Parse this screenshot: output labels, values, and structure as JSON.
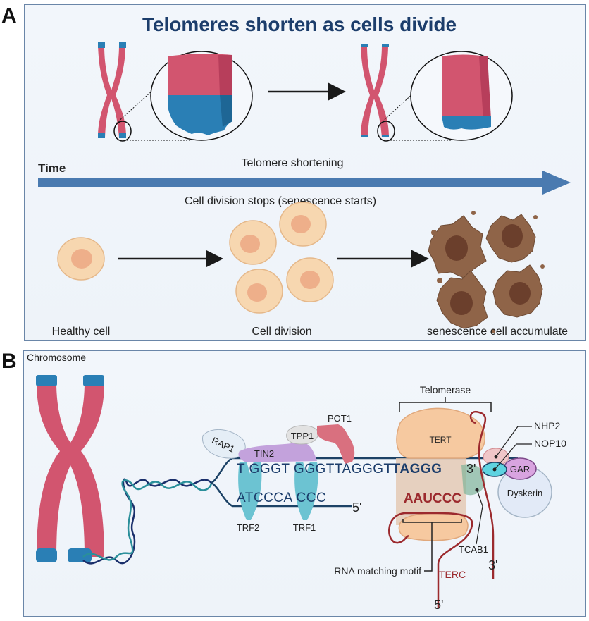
{
  "panel_a": {
    "letter": "A",
    "title": "Telomeres shorten as cells divide",
    "time_label": "Time",
    "arrow_top_label": "Telomere shortening",
    "arrow_bottom_label": "Cell division stops (senescence starts)",
    "stages": [
      {
        "label": "Healthy cell"
      },
      {
        "label": "Cell division"
      },
      {
        "label": "senescence cell accumulate"
      }
    ]
  },
  "panel_b": {
    "letter": "B",
    "chromosome_label": "Chromosome",
    "shelterin": {
      "rap1": "RAP1",
      "tin2": "TIN2",
      "tpp1": "TPP1",
      "pot1": "POT1",
      "trf2": "TRF2",
      "trf1": "TRF1"
    },
    "dna": {
      "top_strand_plain": "TTAGGGTTAGGGTTAGGG",
      "top_strand_visible": "T GGGT  GGGTTAGGG",
      "top_strand_bold": "TTAGGG",
      "bottom_strand": "ATCCCAATCCC",
      "bottom_strand_visible": "ATCCCA   CCC",
      "bottom_end": "5'",
      "top_end": "3'"
    },
    "telomerase": {
      "label": "Telomerase",
      "tert": "TERT",
      "rna_template": "AAUCCC",
      "terc": "TERC",
      "terc_5": "5'",
      "terc_3": "3'",
      "nhp2": "NHP2",
      "nop10": "NOP10",
      "gar": "GAR",
      "dyskerin": "Dyskerin",
      "tcab1": "TCAB1",
      "rna_motif_label": "RNA matching motif"
    }
  },
  "colors": {
    "title_blue": "#1c3d6b",
    "arrow_blue": "#4a7ab0",
    "chromosome_pink": "#d2556f",
    "telomere_blue": "#2a7fb5",
    "cell_fill": "#f7d7b0",
    "senescent_brown": "#8f6448",
    "terc_red": "#9c2a2e",
    "tert_fill": "#f6c9a0",
    "trf_cyan": "#6cc3d2",
    "tin2_purple": "#c3a2dc",
    "pot1_pink": "#d9707f",
    "gar_purple": "#d9a4e0",
    "dyskerin_blue": "#e2eaf7"
  }
}
